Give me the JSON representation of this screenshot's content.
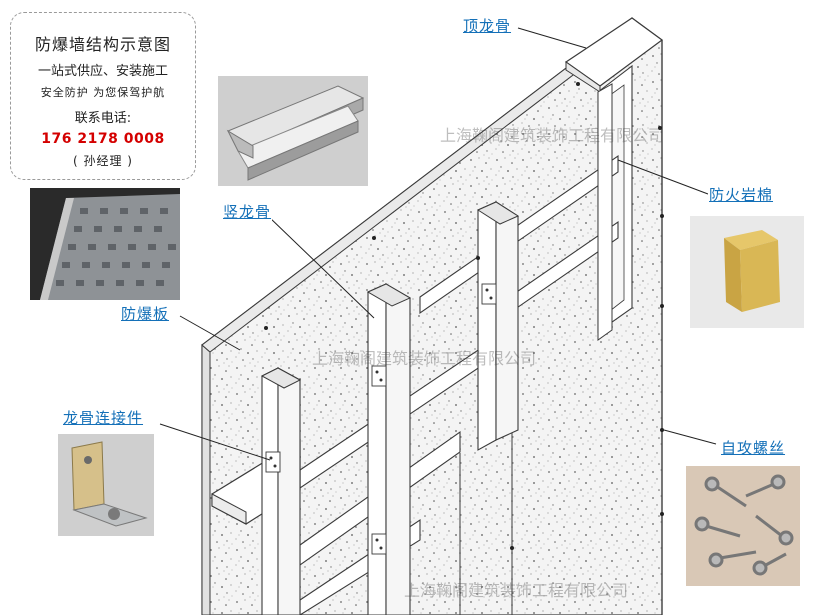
{
  "infobox": {
    "title": "防爆墙结构示意图",
    "line1": "一站式供应、安装施工",
    "line2": "安全防护 为您保驾护航",
    "contact_label": "联系电话:",
    "phone": "176 2178 0008",
    "person": "( 孙经理 )"
  },
  "callouts": {
    "top_keel": "顶龙骨",
    "vertical_keel": "竖龙骨",
    "blast_board": "防爆板",
    "keel_connector": "龙骨连接件",
    "rock_wool": "防火岩棉",
    "tapping_screw": "自攻螺丝"
  },
  "watermarks": {
    "w1": "上海鞠阁建筑装饰工程有限公司",
    "w2": "上海鞠阁建筑装饰工程有限公司",
    "w3": "上海鞠阁建筑装饰工程有限公司"
  },
  "colors": {
    "callout_blue": "#1470b8",
    "phone_red": "#d40000",
    "outline": "#3a3a3a"
  },
  "icons": {
    "steel_profile": "steel-c-channel-photo",
    "board_sample": "perforated-board-photo",
    "rock_wool": "rock-wool-block-photo",
    "connector": "angle-bracket-photo",
    "screws": "self-tapping-screws-photo"
  }
}
